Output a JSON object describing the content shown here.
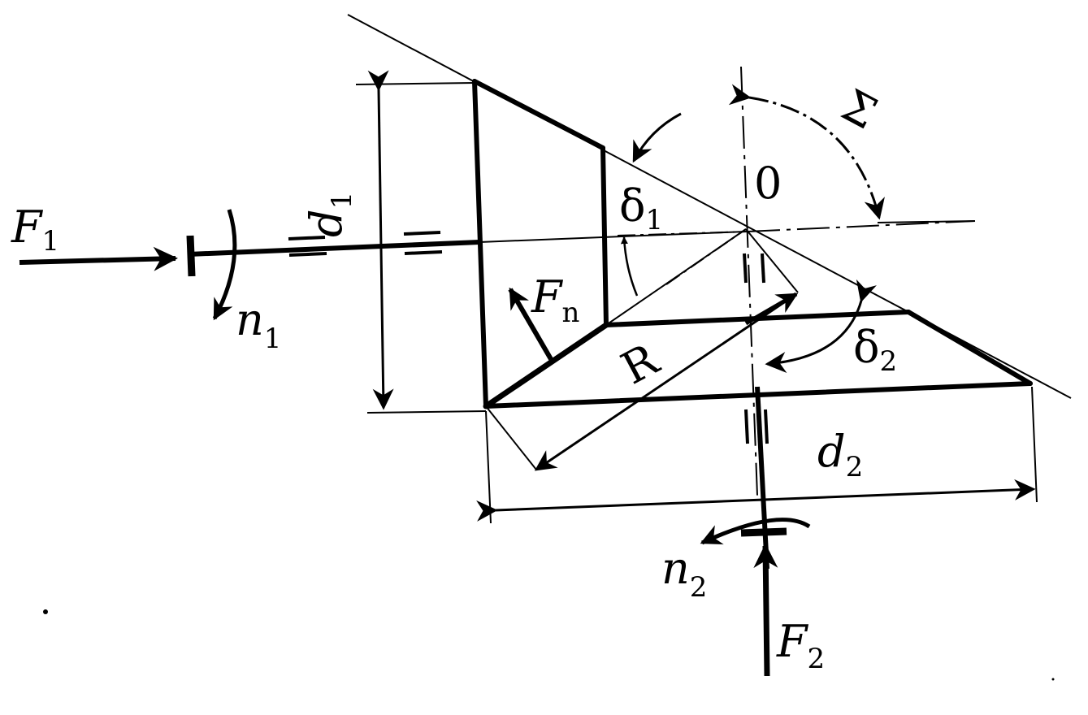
{
  "labels": {
    "F1": {
      "main": "F",
      "sub": "1"
    },
    "n1": {
      "main": "n",
      "sub": "1"
    },
    "d1": {
      "main": "d",
      "sub": "1"
    },
    "delta1": {
      "main": "δ",
      "sub": "1"
    },
    "Fn": {
      "main": "F",
      "sub": "n"
    },
    "R": {
      "main": "R"
    },
    "O": {
      "main": "0"
    },
    "Sigma": {
      "main": "Σ"
    },
    "delta2": {
      "main": "δ",
      "sub": "2"
    },
    "d2": {
      "main": "d",
      "sub": "2"
    },
    "n2": {
      "main": "n",
      "sub": "2"
    },
    "F2": {
      "main": "F",
      "sub": "2"
    }
  },
  "colors": {
    "ink": "#000000",
    "paper": "#ffffff"
  }
}
